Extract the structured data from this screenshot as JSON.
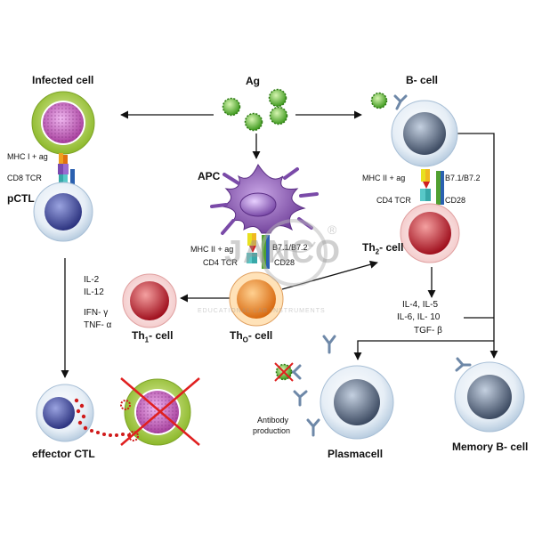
{
  "labels": {
    "ag": "Ag",
    "infected_cell": "Infected cell",
    "b_cell": "B- cell",
    "apc": "APC",
    "mhc1": "MHC I + ag",
    "cd8_tcr": "CD8 TCR",
    "pctl": "pCTL",
    "mhc2_b": "MHC II + ag",
    "b7_b": "B7.1/B7.2",
    "cd4_tcr_b": "CD4 TCR",
    "cd28_b": "CD28",
    "th2": "Th",
    "th2_sub": "2",
    "th2_suffix": "- cell",
    "mhc2_apc": "MHC II + ag",
    "b7_apc": "B7.1/B7.2",
    "cd4_tcr_apc": "CD4 TCR",
    "cd28_apc": "CD28",
    "th0": "Th",
    "th0_sub": "O",
    "th0_suffix": "- cell",
    "th1": "Th",
    "th1_sub": "1",
    "th1_suffix": "- cell",
    "il2": "IL-2",
    "il12": "IL-12",
    "ifn": "IFN- γ",
    "tnf": "TNF- α",
    "il45": "IL-4, IL-5",
    "il610": "IL-6, IL- 10",
    "tgf": "TGF- β",
    "antibody": "Antibody",
    "production": "production",
    "plasmacell": "Plasmacell",
    "memory": "Memory B- cell",
    "effector": "effector CTL"
  },
  "watermark": {
    "brand": "JANCO",
    "registered": "®",
    "tagline": "EDUCATIONAL LAB INSTRUMENTS"
  },
  "colors": {
    "arrow": "#111111",
    "antigen": "#55b82e",
    "infected_ring": "#a7cf3c",
    "infected_core": "#c04fc0",
    "tcell_core": "#4a53a8",
    "bcell_core": "#5f6f86",
    "th_core": "#c8202f",
    "th0_core": "#e8801c",
    "apc_body": "#8c5bb0",
    "cross": "#e02020",
    "perforin": "#d01a1a"
  }
}
